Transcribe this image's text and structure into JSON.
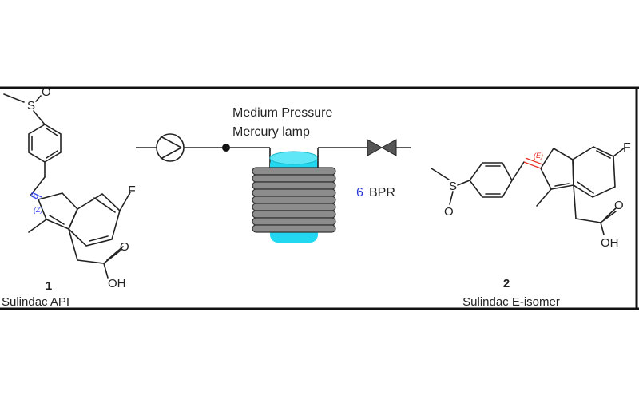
{
  "colors": {
    "ink": "#222222",
    "frame": "#111111",
    "lamp_glass": "#22d8f0",
    "coil": "#8c8c8c",
    "z_bond": "#3b4cf0",
    "e_bond": "#e8322a",
    "step_number": "#2b3bd8"
  },
  "compound_1": {
    "number": "1",
    "name": "Sulindac API",
    "stereo_label": "(Z)",
    "atoms": {
      "sulfoxide_s": "S",
      "sulfoxide_o": "O",
      "fluorine": "F",
      "hydroxyl": "OH",
      "carbonyl_o": "O"
    }
  },
  "compound_2": {
    "number": "2",
    "name": "Sulindac E-isomer",
    "stereo_label": "(E)",
    "atoms": {
      "sulfoxide_s": "S",
      "sulfoxide_o": "O",
      "fluorine": "F",
      "hydroxyl": "OH",
      "carbonyl_o": "O"
    }
  },
  "reactor": {
    "lamp_label_line1": "Medium Pressure",
    "lamp_label_line2": "Mercury lamp",
    "step_number": "6",
    "bpr_label": "BPR",
    "pump_icon": "pump-icon",
    "valve_icon": "back-pressure-regulator-icon"
  }
}
